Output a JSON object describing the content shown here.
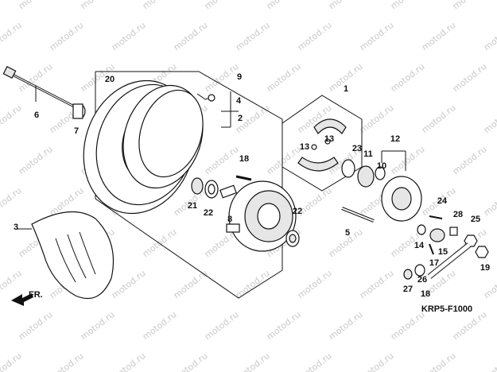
{
  "diagram": {
    "code": "KRP5-F1000",
    "direction_label": "FR.",
    "watermark": "motod.ru",
    "parts": [
      {
        "no": "1"
      },
      {
        "no": "2"
      },
      {
        "no": "3"
      },
      {
        "no": "4"
      },
      {
        "no": "5"
      },
      {
        "no": "6"
      },
      {
        "no": "7"
      },
      {
        "no": "8"
      },
      {
        "no": "9"
      },
      {
        "no": "10"
      },
      {
        "no": "11"
      },
      {
        "no": "12"
      },
      {
        "no": "13"
      },
      {
        "no": "13"
      },
      {
        "no": "14"
      },
      {
        "no": "15"
      },
      {
        "no": "17"
      },
      {
        "no": "18"
      },
      {
        "no": "18"
      },
      {
        "no": "19"
      },
      {
        "no": "20"
      },
      {
        "no": "21"
      },
      {
        "no": "22"
      },
      {
        "no": "22"
      },
      {
        "no": "23"
      },
      {
        "no": "24"
      },
      {
        "no": "25"
      },
      {
        "no": "26"
      },
      {
        "no": "27"
      },
      {
        "no": "28"
      }
    ]
  }
}
